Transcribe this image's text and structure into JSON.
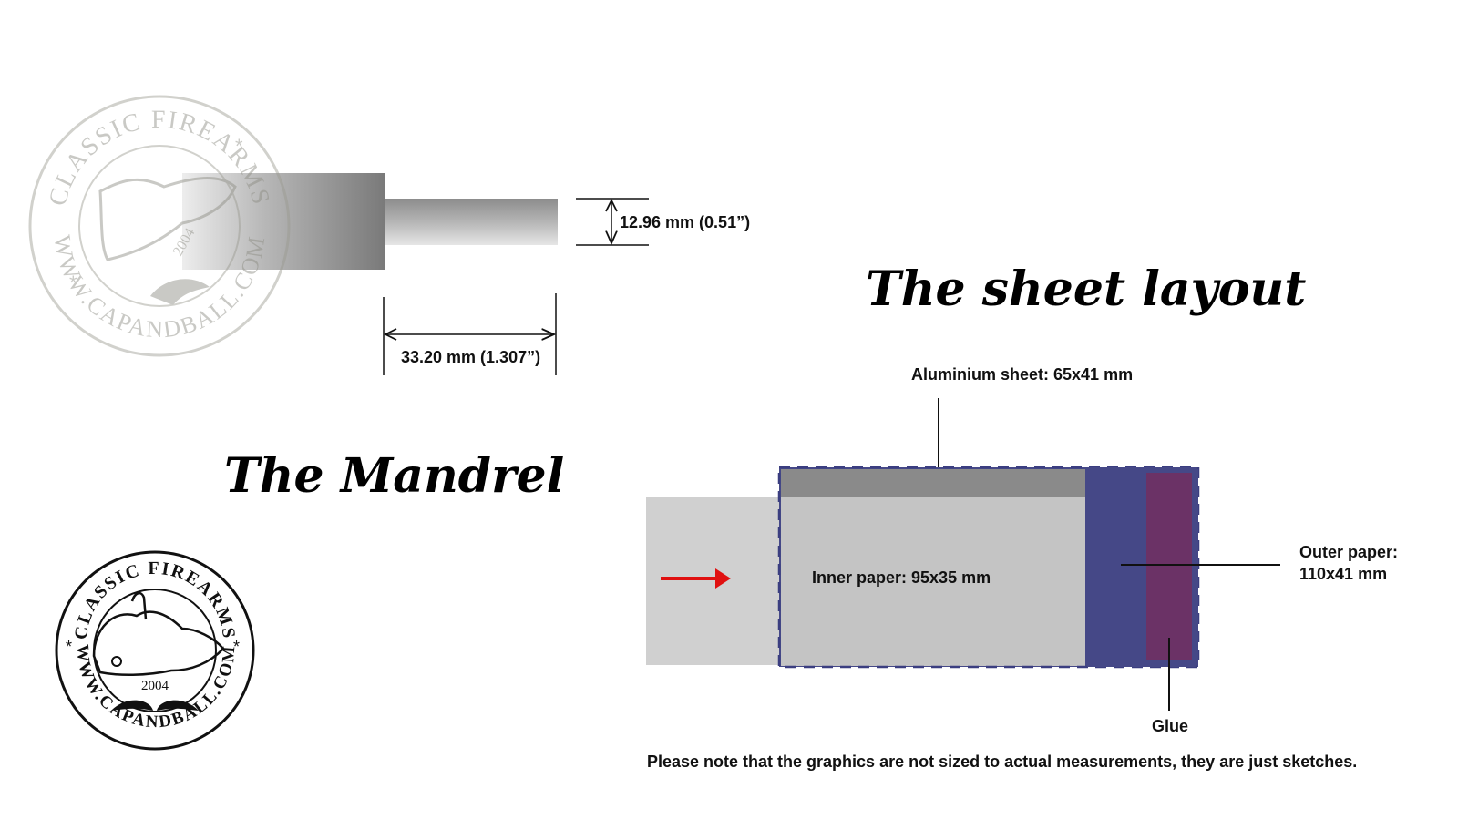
{
  "mandrel": {
    "title": "The Mandrel",
    "diameter_label": "12.96 mm (0.51”)",
    "length_label": "33.20 mm (1.307”)"
  },
  "sheet_layout": {
    "title": "The sheet layout",
    "aluminium_label": "Aluminium sheet: 65x41 mm",
    "inner_label": "Inner paper: 95x35 mm",
    "outer_label_line1": "Outer paper:",
    "outer_label_line2": "110x41 mm",
    "glue_label": "Glue",
    "direction_arrow_icon": "red-arrow-right-icon"
  },
  "note": "Please note that the graphics are not sized to actual measurements, they are just sketches.",
  "watermark": {
    "top_arc": "CLASSIC FIREARMS",
    "bottom_arc": "WWW.CAPANDBALL.COM",
    "year": "2004"
  },
  "colors": {
    "outer_paper": "#454887",
    "glue": "#6b3266",
    "aluminium": "#8a8a8a",
    "inner_paper": "#c4c4c4",
    "mandrel_stub": "#d0d0d0",
    "arrow": "#e01010"
  }
}
